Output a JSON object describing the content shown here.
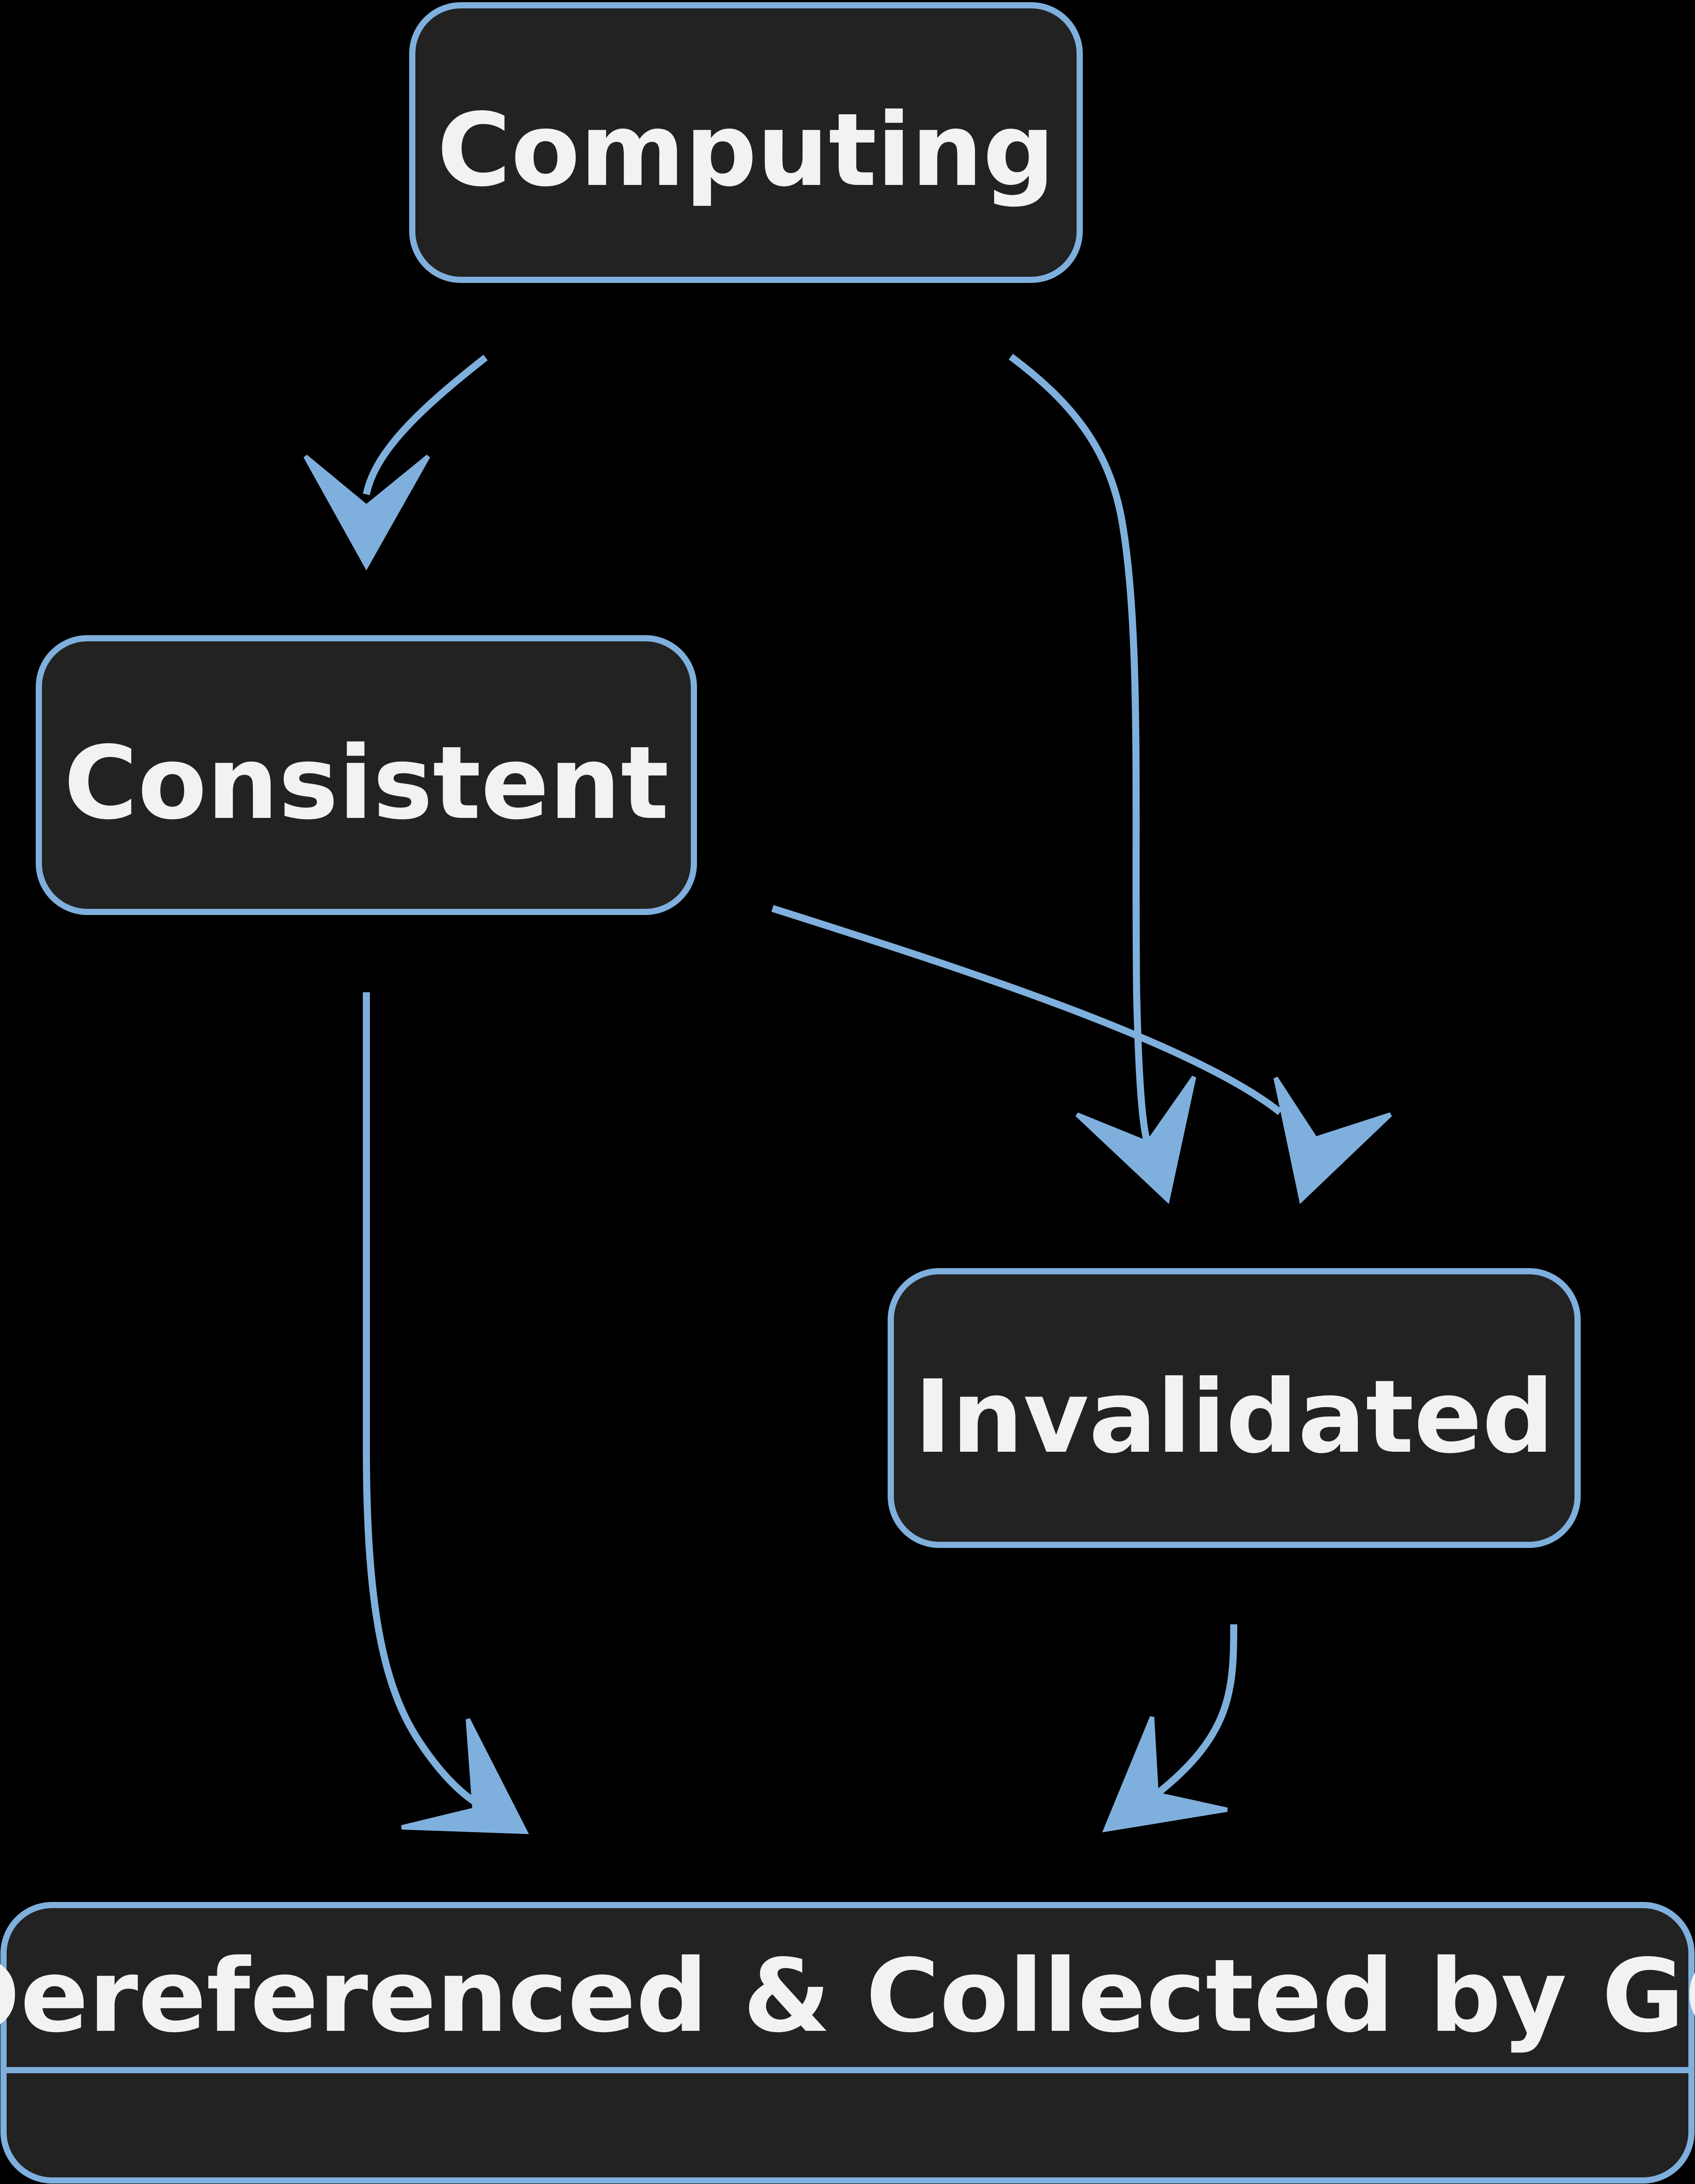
{
  "diagram": {
    "type": "state-diagram",
    "colors": {
      "background": "#000000",
      "node_fill": "#222222",
      "node_stroke": "#7fb0dd",
      "edge": "#7fb0dd",
      "text": "#f2f2f2"
    },
    "states": {
      "computing": "Computing",
      "consistent": "Consistent",
      "invalidated": "Invalidated",
      "collected": "Dereferenced & Collected by GC"
    },
    "transitions": [
      {
        "from": "Computing",
        "to": "Consistent"
      },
      {
        "from": "Computing",
        "to": "Invalidated"
      },
      {
        "from": "Consistent",
        "to": "Invalidated"
      },
      {
        "from": "Consistent",
        "to": "Dereferenced & Collected by GC"
      },
      {
        "from": "Invalidated",
        "to": "Dereferenced & Collected by GC"
      }
    ]
  }
}
